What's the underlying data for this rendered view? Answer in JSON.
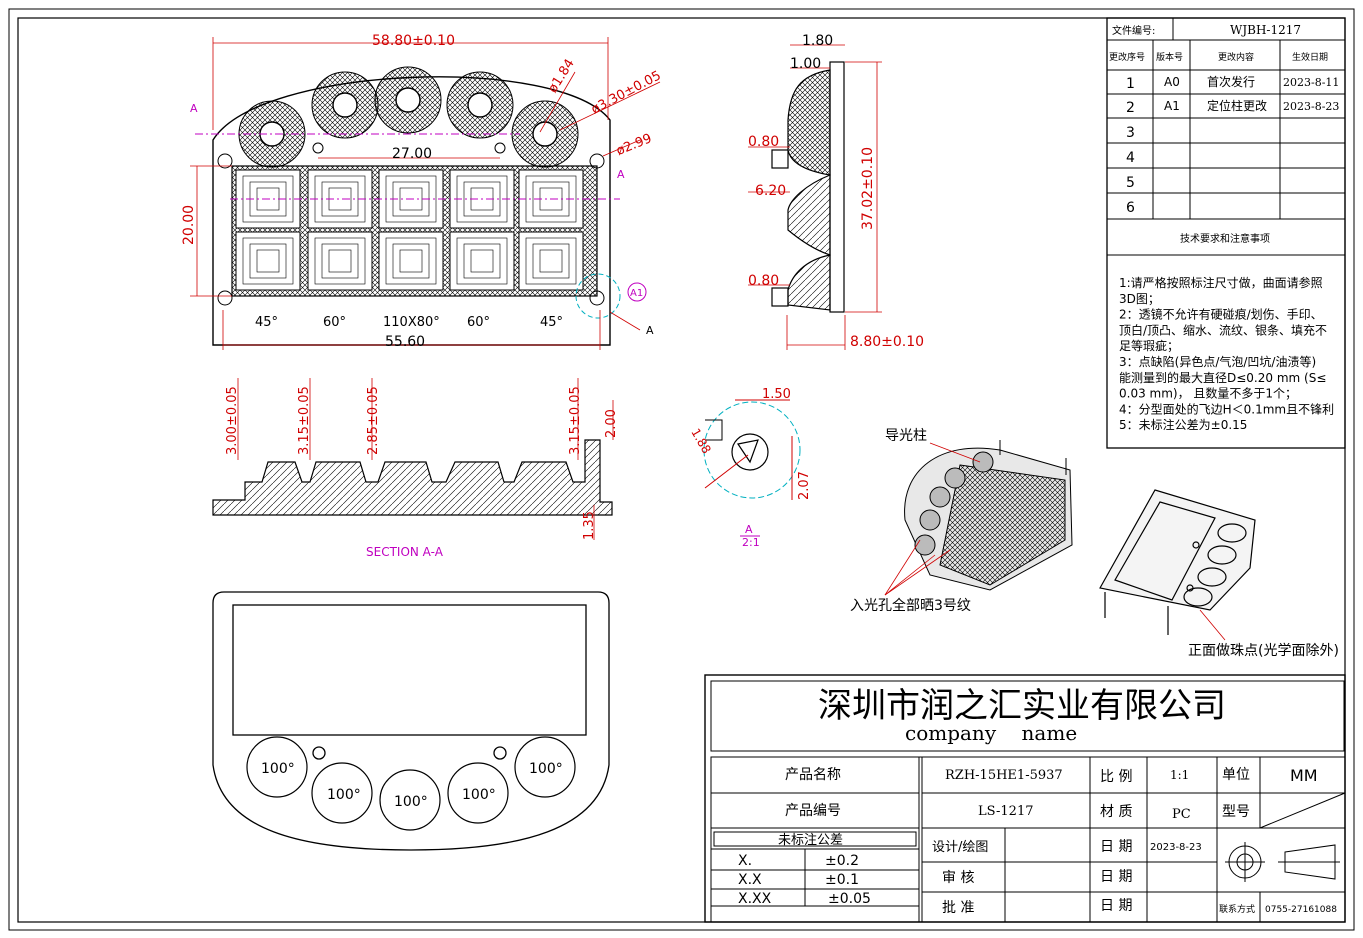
{
  "colors": {
    "dimension": "#d00000",
    "section": "#c000c0",
    "centerline": "#00b0c0",
    "outline": "#000000"
  },
  "front_view": {
    "dims": {
      "overall_width": "58.80±0.10",
      "lens_dia": "ø1.84",
      "hole_dia": "ø3.30±0.05",
      "pin_dia": "ø2.99",
      "lens_pitch": "27.00",
      "height": "20.00",
      "base_width": "55.60"
    },
    "section_mark_left": "A",
    "section_mark_right": "A",
    "detail_callout": "A1",
    "detail_arrow_label": "A",
    "column_angles": [
      "45°",
      "60°",
      "110X80°",
      "60°",
      "45°"
    ]
  },
  "side_view": {
    "dims": {
      "top1": "1.80",
      "top2": "1.00",
      "gap1": "0.80",
      "mid": "6.20",
      "gap2": "0.80",
      "height": "37.02±0.10",
      "depth": "8.80±0.10"
    }
  },
  "section_view": {
    "dims": [
      "3.00±0.05",
      "3.15±0.05",
      "2.85±0.05",
      "3.15±0.05",
      "2.00",
      "1.35"
    ],
    "caption": "SECTION A-A"
  },
  "detail_view": {
    "dims": {
      "d1": "1.50",
      "d2": "1.88",
      "d3": "2.07"
    },
    "label": "A",
    "scale": "2:1"
  },
  "iso_labels": {
    "light_guide": "导光柱",
    "entry_holes": "入光孔全部晒3号纹",
    "front_bead": "正面做珠点(光学面除外)"
  },
  "bottom_view": {
    "angles": [
      "100°",
      "100°",
      "100°",
      "100°",
      "100°"
    ]
  },
  "revision": {
    "doc_label": "文件编号:",
    "doc_no": "WJBH-1217",
    "headers": [
      "更改序号",
      "版本号",
      "更改内容",
      "生效日期"
    ],
    "rows": [
      {
        "no": "1",
        "ver": "A0",
        "content": "首次发行",
        "date": "2023-8-11"
      },
      {
        "no": "2",
        "ver": "A1",
        "content": "定位柱更改",
        "date": "2023-8-23"
      },
      {
        "no": "3",
        "ver": "",
        "content": "",
        "date": ""
      },
      {
        "no": "4",
        "ver": "",
        "content": "",
        "date": ""
      },
      {
        "no": "5",
        "ver": "",
        "content": "",
        "date": ""
      },
      {
        "no": "6",
        "ver": "",
        "content": "",
        "date": ""
      }
    ]
  },
  "notes": {
    "title": "技术要求和注意事项",
    "lines": [
      "1:请严格按照标注尺寸做，曲面请参照",
      "3D图；",
      "2：透镜不允许有硬碰痕/划伤、手印、",
      "顶白/顶凸、缩水、流纹、银条、填充不",
      "足等瑕疵；",
      "3：点缺陷(异色点/气泡/凹坑/油渍等)",
      "能测量到的最大直径D≤0.20 mm (S≤",
      "0.03 mm)，  且数量不多于1个；",
      "4：分型面处的飞边H＜0.1mm且不锋利",
      "5：未标注公差为±0.15"
    ]
  },
  "title_block": {
    "company": "深圳市润之汇实业有限公司",
    "company_en": "company    name",
    "product_name_label": "产品名称",
    "product_name": "RZH-15HE1-5937",
    "product_no_label": "产品编号",
    "product_no": "LS-1217",
    "tolerance_title": "未标注公差",
    "tolerances": [
      [
        "X.",
        "±0.2"
      ],
      [
        "X.X",
        "±0.1"
      ],
      [
        "X.XX",
        "±0.05"
      ]
    ],
    "scale_label": "比 例",
    "scale": "1:1",
    "unit_label": "单位",
    "unit": "MM",
    "material_label": "材 质",
    "material": "PC",
    "model_label": "型号",
    "design_label": "设计/绘图",
    "date_label": "日 期",
    "date": "2023-8-23",
    "review_label": "审  核",
    "approve_label": "批  准",
    "date_label2": "日 期",
    "date_label3": "日 期",
    "contact_label": "联系方式",
    "contact": "0755-27161088"
  }
}
